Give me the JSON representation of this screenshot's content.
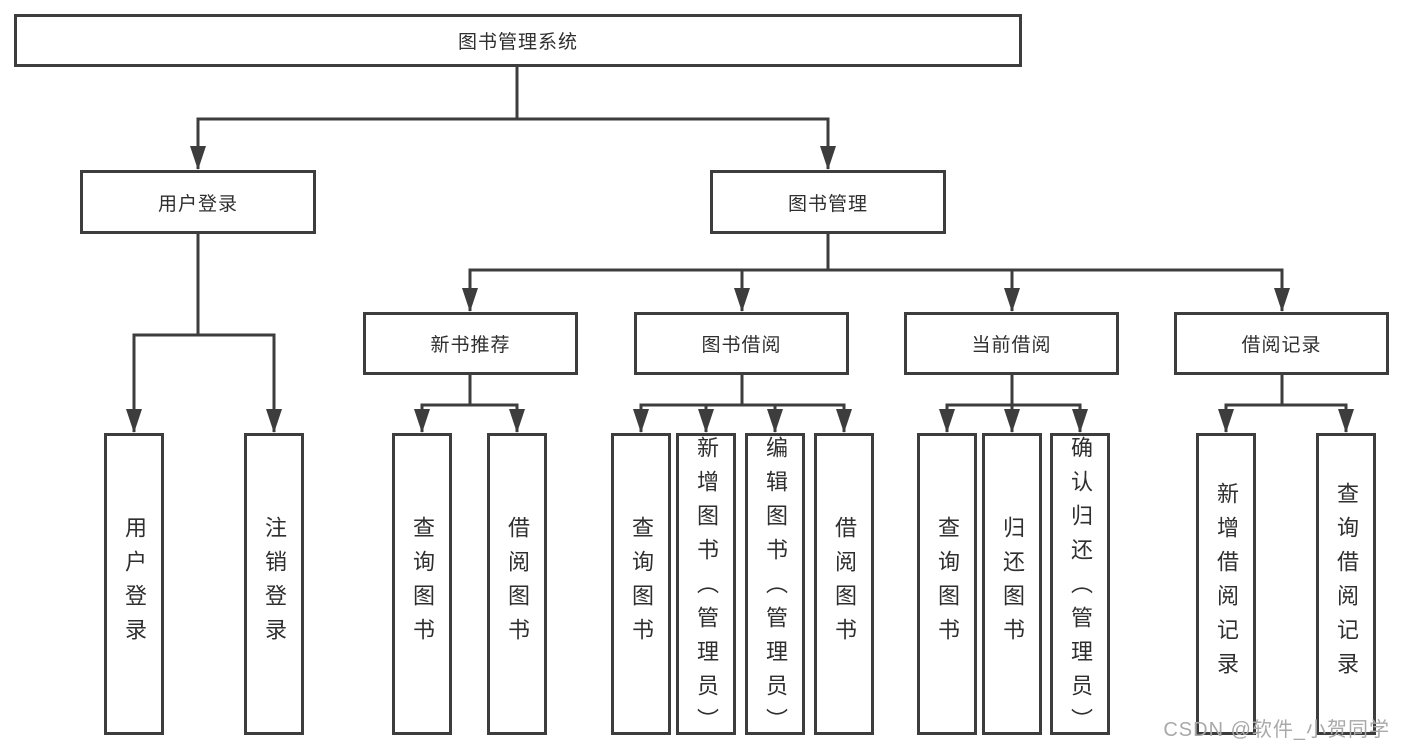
{
  "tree": {
    "root": {
      "label": "图书管理系统"
    },
    "branches": [
      {
        "label": "用户登录",
        "children": [
          {
            "label": "用户登录"
          },
          {
            "label": "注销登录"
          }
        ]
      },
      {
        "label": "图书管理",
        "groups": [
          {
            "label": "新书推荐",
            "children": [
              {
                "label": "查询图书"
              },
              {
                "label": "借阅图书"
              }
            ]
          },
          {
            "label": "图书借阅",
            "children": [
              {
                "label": "查询图书"
              },
              {
                "label": "新增图书（管理员）"
              },
              {
                "label": "编辑图书（管理员）"
              },
              {
                "label": "借阅图书"
              }
            ]
          },
          {
            "label": "当前借阅",
            "children": [
              {
                "label": "查询图书"
              },
              {
                "label": "归还图书"
              },
              {
                "label": "确认归还（管理员）"
              }
            ]
          },
          {
            "label": "借阅记录",
            "children": [
              {
                "label": "新增借阅记录"
              },
              {
                "label": "查询借阅记录"
              }
            ]
          }
        ]
      }
    ]
  },
  "watermark": {
    "text": "CSDN @软件_小贺同学",
    "color": "#a9a9a9"
  },
  "colors": {
    "line": "#3d3d3d",
    "box_border": "#3d3d3d",
    "text": "#2f2f2f",
    "background": "#ffffff"
  }
}
